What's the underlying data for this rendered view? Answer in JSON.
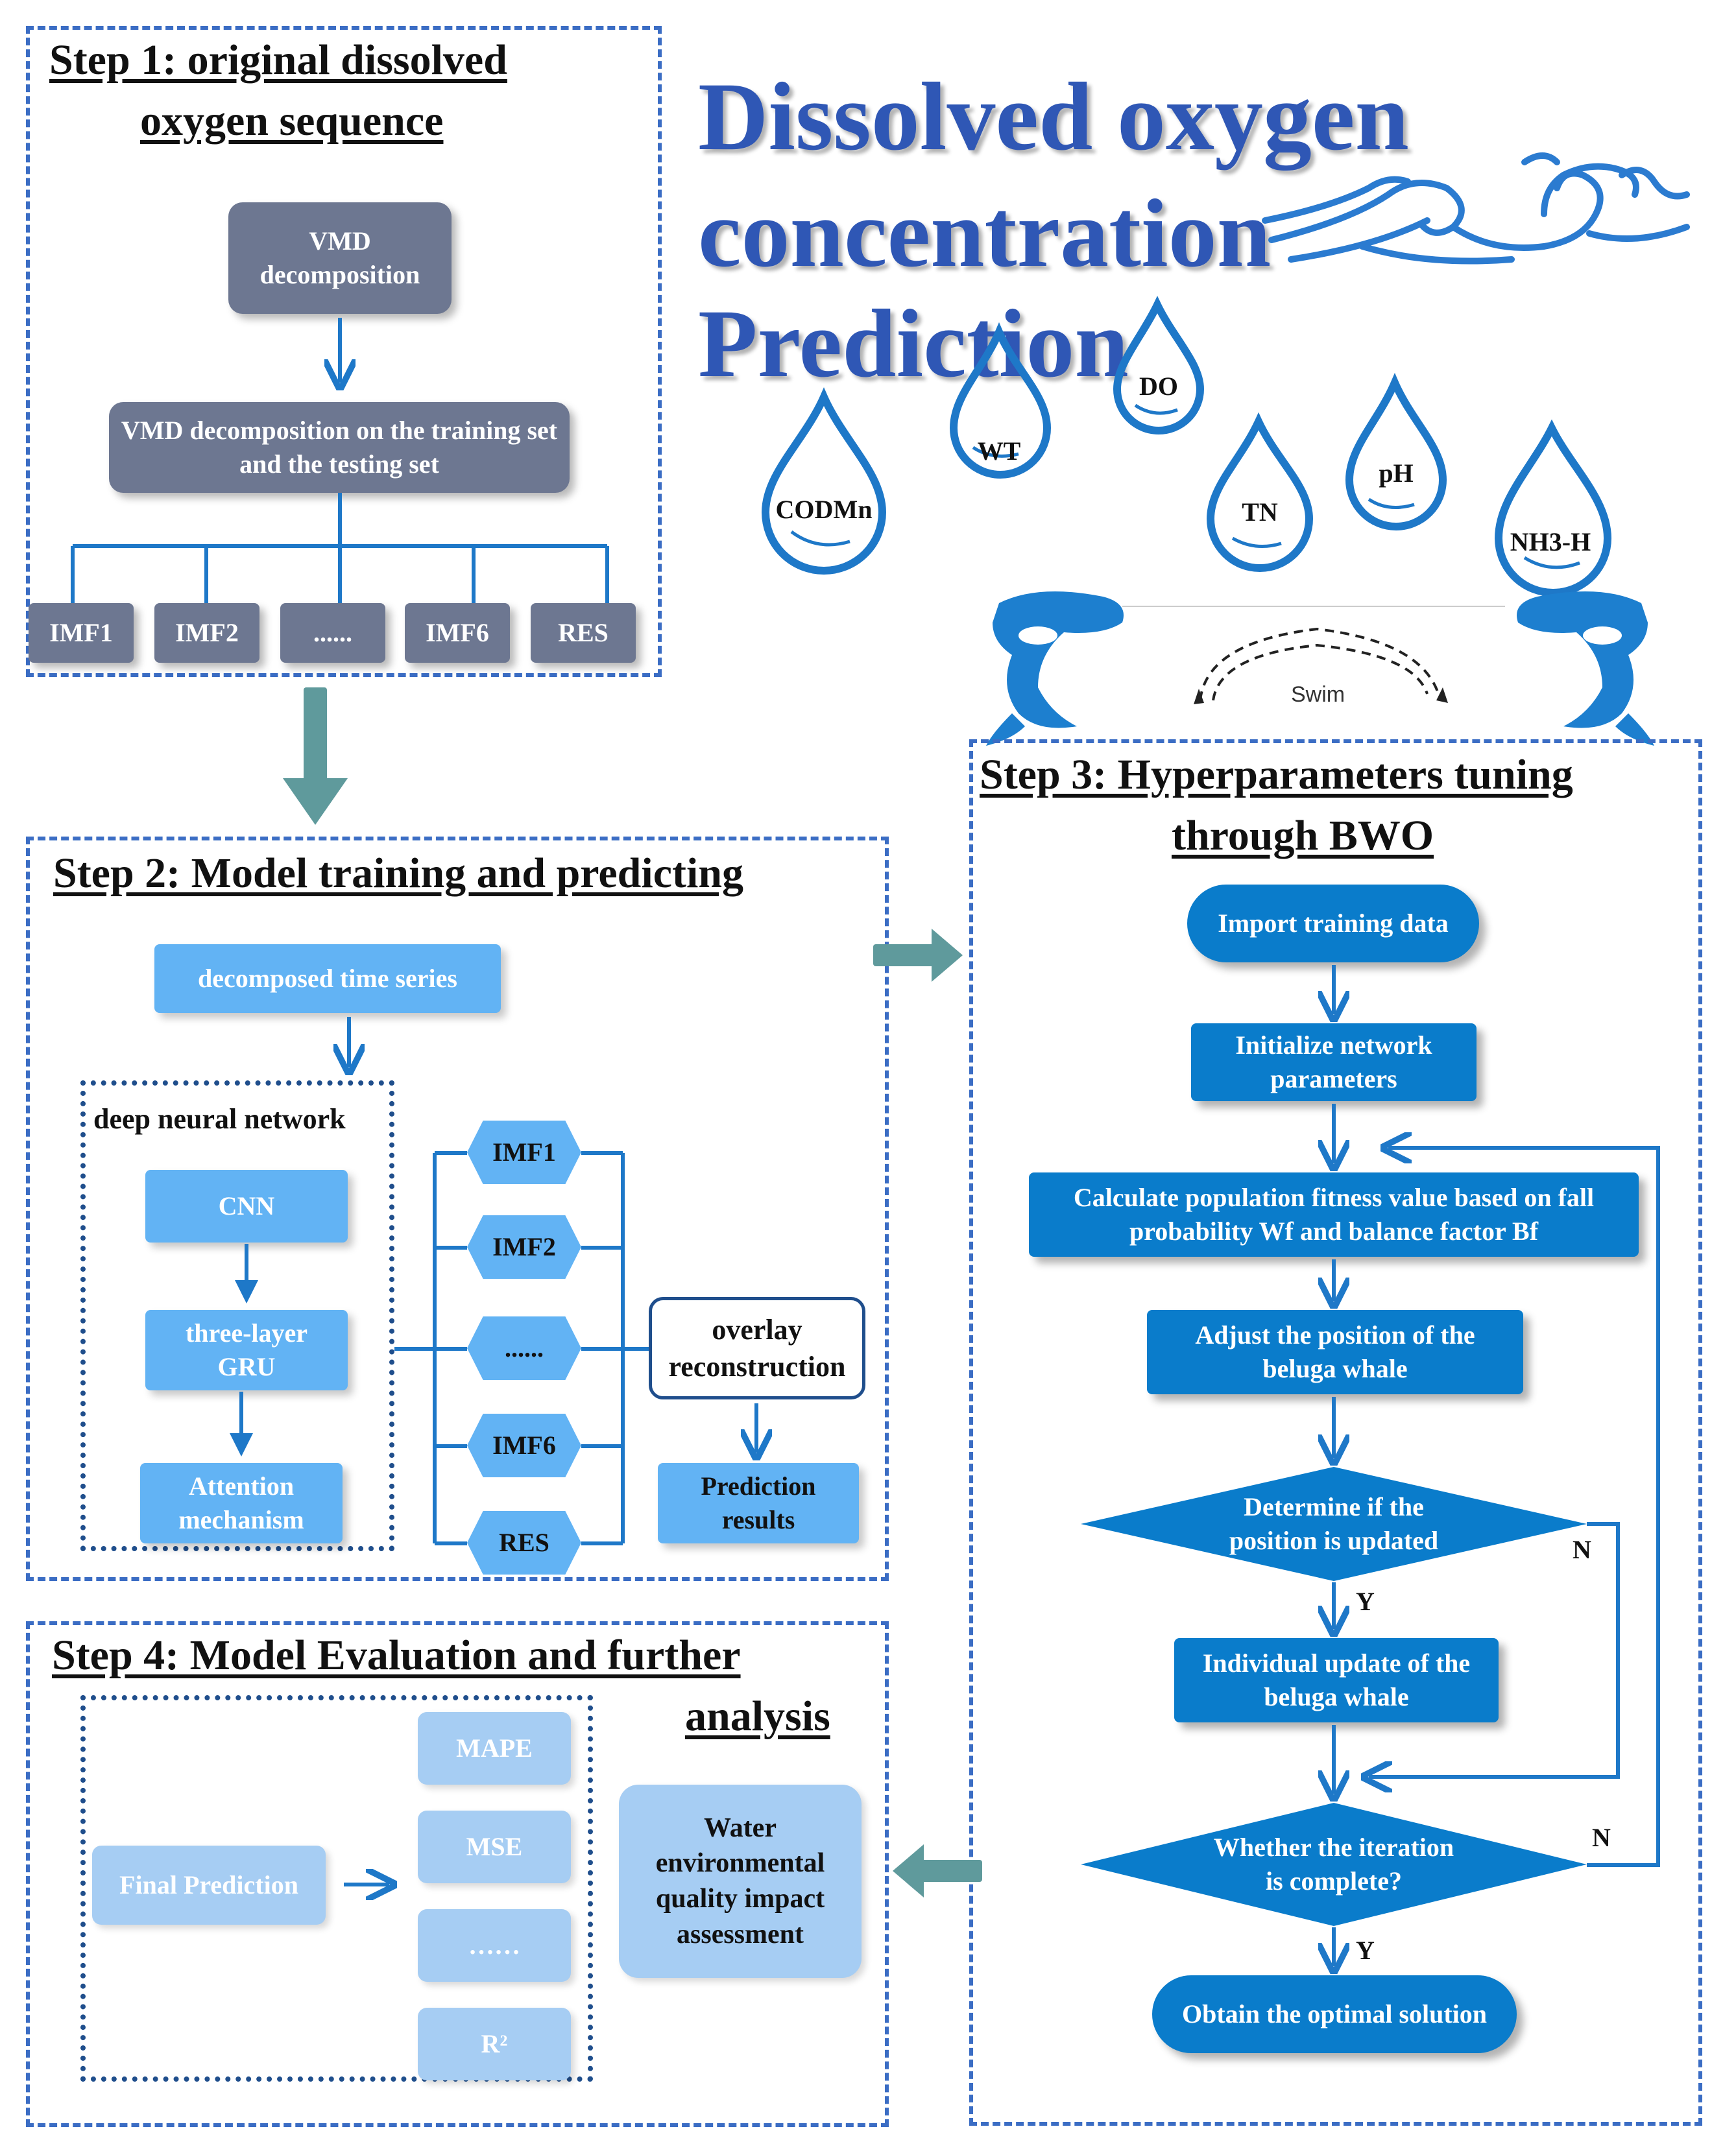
{
  "main_title": {
    "line1": "Dissolved oxygen",
    "line2": "concentration",
    "line3": "Prediction"
  },
  "drops": [
    {
      "label": "CODMn"
    },
    {
      "label": "WT"
    },
    {
      "label": "DO"
    },
    {
      "label": "TN"
    },
    {
      "label": "pH"
    },
    {
      "label": "NH3-H"
    }
  ],
  "swim_label": "Swim",
  "step1": {
    "title_line1": "Step 1: original dissolved",
    "title_line2": "oxygen sequence",
    "vmd": "VMD decomposition",
    "vmd_split": "VMD decomposition on the training set and the testing set",
    "components": [
      "IMF1",
      "IMF2",
      "......",
      "IMF6",
      "RES"
    ]
  },
  "step2": {
    "title": "Step 2: Model training and predicting",
    "decomposed": "decomposed time series",
    "dnn_label": "deep neural network",
    "cnn": "CNN",
    "gru": "three-layer GRU",
    "attention": "Attention mechanism",
    "hexes": [
      "IMF1",
      "IMF2",
      "......",
      "IMF6",
      "RES"
    ],
    "overlay": "overlay reconstruction",
    "prediction": "Prediction results"
  },
  "step3": {
    "title_line1": "Step 3: Hyperparameters tuning",
    "title_line2": "through BWO",
    "import": "Import training data",
    "init": "Initialize network parameters",
    "calc": "Calculate population fitness value based on fall probability Wf and balance factor Bf",
    "adjust": "Adjust the position of the beluga whale",
    "decide1": "Determine if the position is updated",
    "individual": "Individual update of the beluga whale",
    "decide2": "Whether the iteration is complete?",
    "obtain": "Obtain the optimal solution",
    "yes": "Y",
    "no": "N"
  },
  "step4": {
    "title_line1": "Step 4: Model Evaluation and further",
    "title_line2": "analysis",
    "final": "Final Prediction",
    "metrics": [
      "MAPE",
      "MSE",
      "……",
      "R²"
    ],
    "assessment": "Water environmental quality impact assessment"
  },
  "colors": {
    "frame": "#3b6dc4",
    "title": "#2f57b5",
    "flow_blue": "#0a7ccb",
    "light_blue": "#62b3f4",
    "pale_blue": "#a6cdf3",
    "gray": "#6d7791",
    "teal_arrow": "#5f9a9c"
  }
}
